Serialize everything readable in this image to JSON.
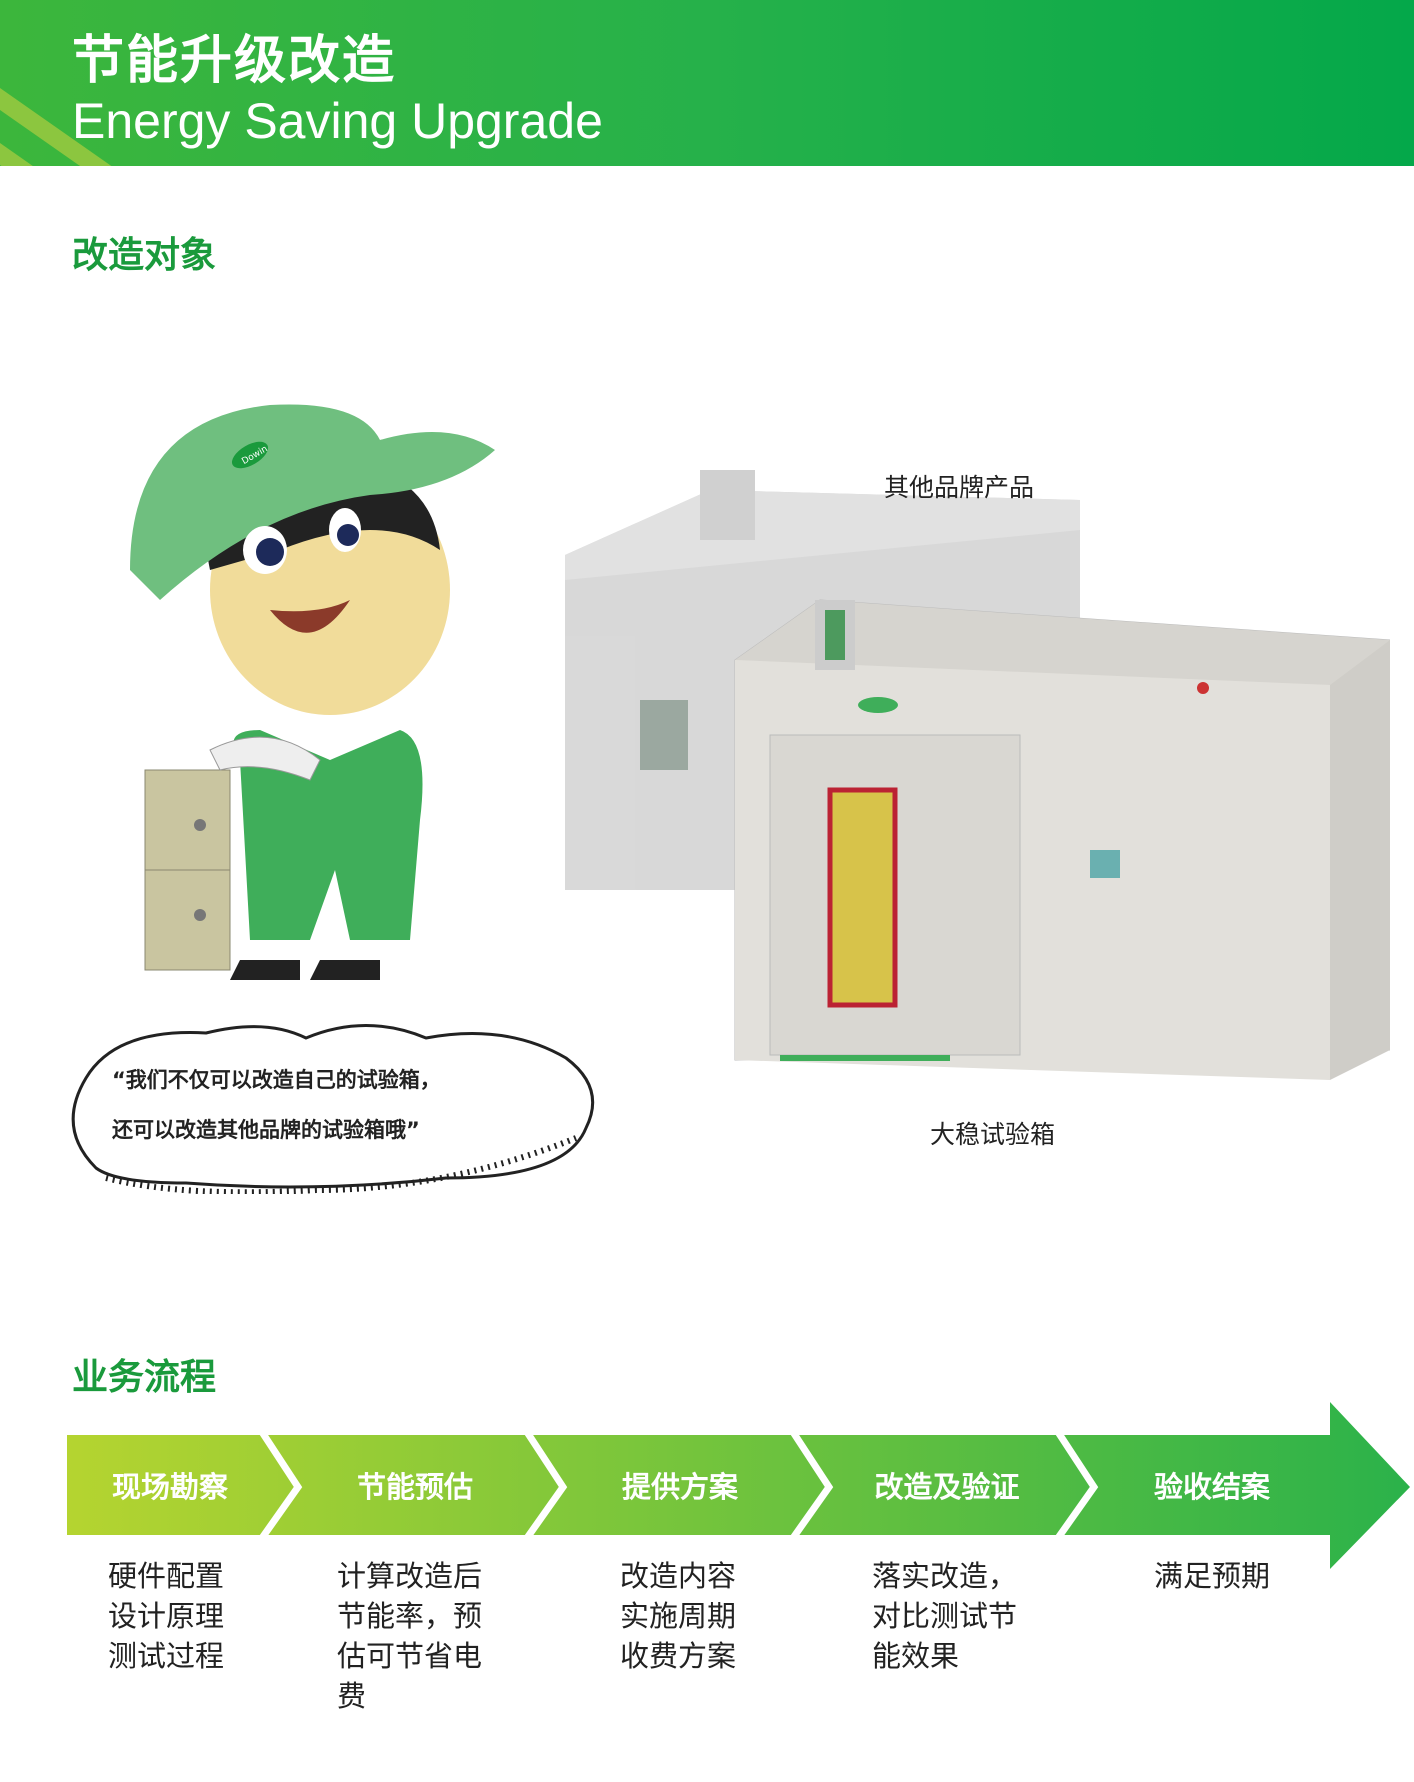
{
  "header": {
    "title_cn": "节能升级改造",
    "title_en": "Energy Saving Upgrade"
  },
  "section1": {
    "title": "改造对象",
    "bubble": {
      "line1": "“我们不仅可以改造自己的试验箱，",
      "line2": "还可以改造其他品牌的试验箱哦”"
    },
    "labels": {
      "other": "其他品牌产品",
      "ours": "大稳试验箱"
    },
    "cap_logo": "Dowin"
  },
  "section2": {
    "title": "业务流程",
    "steps": [
      {
        "label": "现场勘察",
        "desc": "硬件配置\n设计原理\n测试过程"
      },
      {
        "label": "节能预估",
        "desc": "计算改造后\n节能率，预\n估可节省电\n费"
      },
      {
        "label": "提供方案",
        "desc": "改造内容\n实施周期\n收费方案"
      },
      {
        "label": "改造及验证",
        "desc": "落实改造，\n对比测试节\n能效果"
      },
      {
        "label": "验收结案",
        "desc": "满足预期"
      }
    ]
  },
  "colors": {
    "brand_green": "#1a9a3c",
    "arrow_start": "#b5d430",
    "arrow_end": "#2bb24a"
  }
}
